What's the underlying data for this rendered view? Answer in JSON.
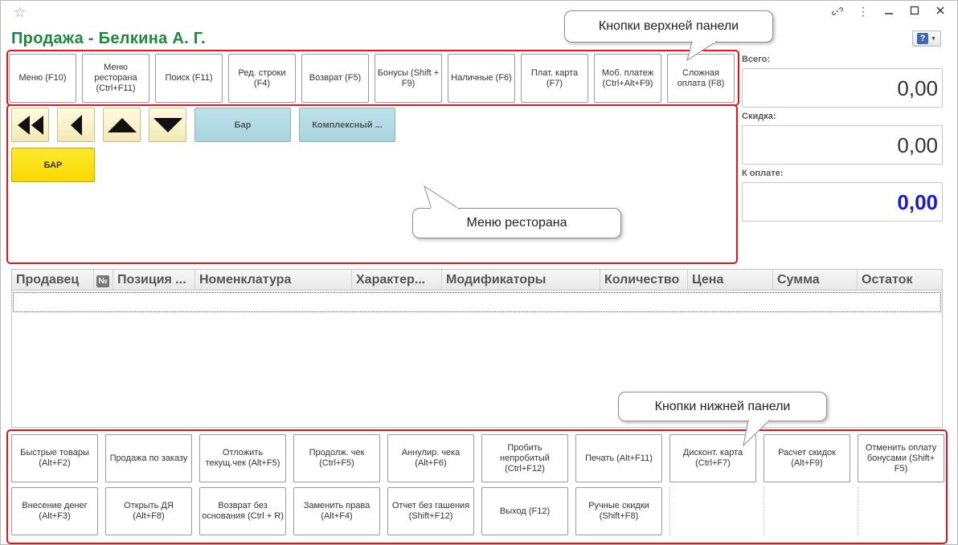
{
  "window": {
    "title": "Продажа - Белкина А. Г.",
    "icons": [
      "star-icon",
      "link-icon",
      "more-icon",
      "minimize-icon",
      "maximize-icon",
      "close-icon"
    ]
  },
  "help": {
    "label": "?"
  },
  "top_panel": {
    "buttons": [
      "Меню (F10)",
      "Меню ресторана (Ctrl+F11)",
      "Поиск (F11)",
      "Ред. строки (F4)",
      "Возврат (F5)",
      "Бонусы (Shift + F9)",
      "Наличные (F6)",
      "Плат. карта (F7)",
      "Моб. платеж (Ctrl+Alt+F9)",
      "Сложная оплата (F8)"
    ]
  },
  "menu_area": {
    "nav_icons": [
      "double-left-arrow-icon",
      "left-arrow-icon",
      "up-arrow-icon",
      "down-arrow-icon"
    ],
    "categories": [
      "Бар",
      "Комплексный ..."
    ],
    "items": [
      "БАР"
    ]
  },
  "totals": {
    "total_label": "Всего:",
    "total_value": "0,00",
    "discount_label": "Скидка:",
    "discount_value": "0,00",
    "to_pay_label": "К оплате:",
    "to_pay_value": "0,00",
    "accent_color": "#1a1ad6"
  },
  "callouts": {
    "top": "Кнопки верхней панели",
    "menu": "Меню ресторана",
    "bottom": "Кнопки нижней панели"
  },
  "table": {
    "columns": [
      "Продавец",
      "№",
      "Позиция ...",
      "Номенклатура",
      "Характер...",
      "Модификаторы",
      "Количество",
      "Цена",
      "Сумма",
      "Остаток"
    ]
  },
  "bottom_panel": {
    "row1": [
      "Быстрые товары (Alt+F2)",
      "Продажа по заказу",
      "Отложить текущ.чек (Alt+F5)",
      "Продолж. чек (Ctrl+F5)",
      "Аннулир. чека (Alt+F6)",
      "Пробить непробитый (Ctrl+F12)",
      "Печать (Alt+F11)",
      "Дисконт. карта (Ctrl+F7)",
      "Расчет скидок (Alt+F9)",
      "Отменить оплату бонусами (Shift+ F5)"
    ],
    "row2": [
      "Внесение денег (Alt+F3)",
      "Открыть ДЯ (Alt+F8)",
      "Возврат без основания (Ctrl + R)",
      "Заменить права (Alt+F4)",
      "Отчет без гашения (Shift+F12)",
      "Выход (F12)",
      "Ручные скидки (Shift+F8)"
    ]
  },
  "colors": {
    "title": "#1c8a3c",
    "frame": "#e8131a",
    "category": "#a7d3dc",
    "item": "#f7d800"
  }
}
